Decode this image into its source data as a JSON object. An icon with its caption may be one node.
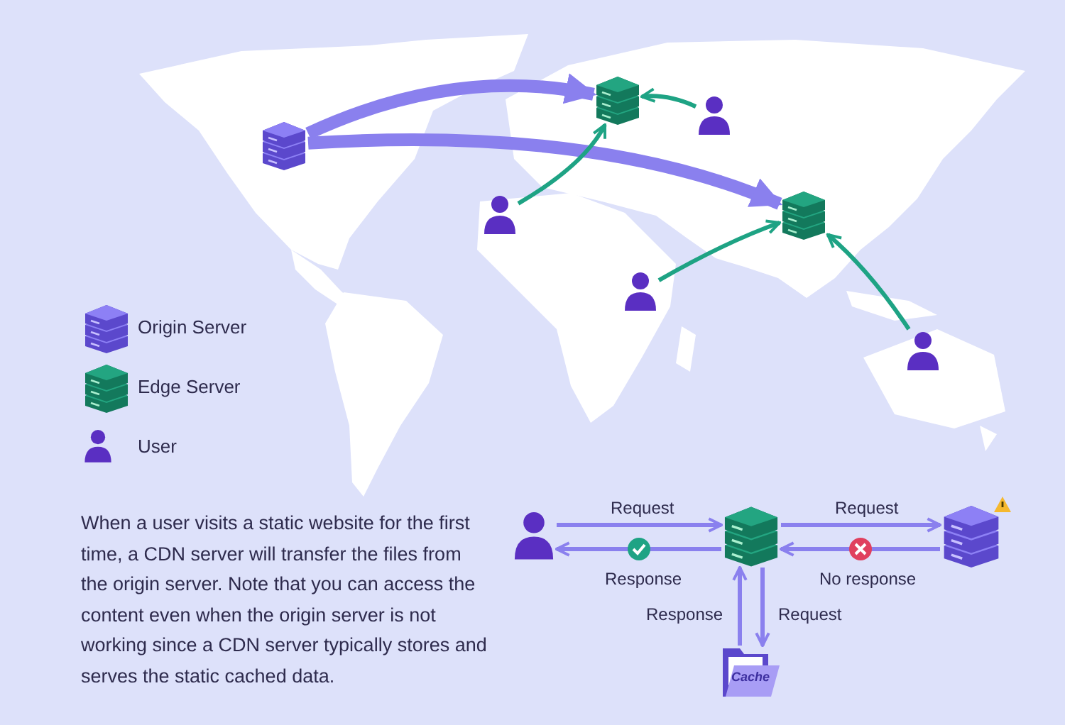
{
  "diagram": {
    "nodes": [
      {
        "text": [],
        "shape": "server"
      },
      {
        "text": [],
        "shape": "server"
      },
      {
        "text": [],
        "shape": "server"
      },
      {
        "text": [],
        "shape": "person"
      },
      {
        "text": [],
        "shape": "person"
      },
      {
        "text": [],
        "shape": "person"
      },
      {
        "text": [],
        "shape": "person"
      },
      {
        "text": [],
        "shape": "person"
      },
      {
        "text": [],
        "shape": "server"
      },
      {
        "text": [],
        "shape": "server"
      },
      {
        "text": [
          "Cache"
        ]
      }
    ],
    "edges": [
      {
        "from": 0,
        "to": 1,
        "arrow": "to",
        "style": "thick"
      },
      {
        "from": 0,
        "to": 2,
        "arrow": "to",
        "style": "thick"
      },
      {
        "from": 3,
        "to": 1,
        "arrow": "to",
        "color": "#1ea384"
      },
      {
        "from": 4,
        "to": 1,
        "arrow": "to",
        "color": "#1ea384"
      },
      {
        "from": 5,
        "to": 2,
        "arrow": "to",
        "color": "#1ea384"
      },
      {
        "from": 6,
        "to": 2,
        "arrow": "to",
        "color": "#1ea384"
      },
      {
        "from": 7,
        "to": 8,
        "arrow": "to",
        "label": "Request"
      },
      {
        "from": 8,
        "to": 7,
        "arrow": "to",
        "label": "Response"
      },
      {
        "from": 8,
        "to": 9,
        "arrow": "to",
        "label": "Request"
      },
      {
        "from": 9,
        "to": 8,
        "arrow": "to",
        "label": "No response"
      },
      {
        "from": 10,
        "to": 8,
        "arrow": "to",
        "label": "Response"
      },
      {
        "from": 8,
        "to": 10,
        "arrow": "to",
        "label": "Request"
      }
    ],
    "labels": [
      "When a user visits a static website for the first time, a CDN server will transfer the files from the origin server. Note that you can access the content even when the origin server is not working since a CDN server typically stores and serves the static cached data."
    ],
    "legend": [
      {
        "text": "Origin Server"
      },
      {
        "text": "Edge Server"
      },
      {
        "text": "User"
      }
    ]
  }
}
